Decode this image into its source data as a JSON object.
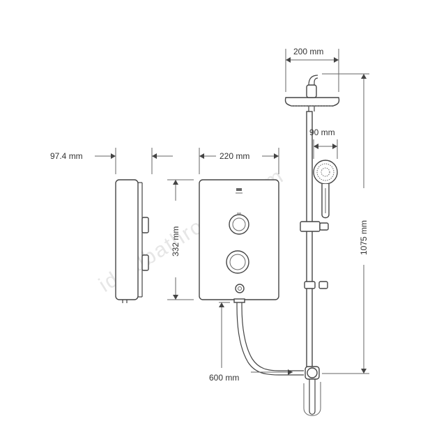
{
  "dimensions": {
    "side_depth": "97.4 mm",
    "unit_width": "220 mm",
    "unit_height": "332 mm",
    "head_diameter": "200 mm",
    "handset_width": "90 mm",
    "rail_height": "1075 mm",
    "hose_offset": "600 mm"
  },
  "watermark": "idealbathrooms.com",
  "colors": {
    "line": "#444444",
    "text": "#333333",
    "watermark": "#e6e6e6"
  }
}
